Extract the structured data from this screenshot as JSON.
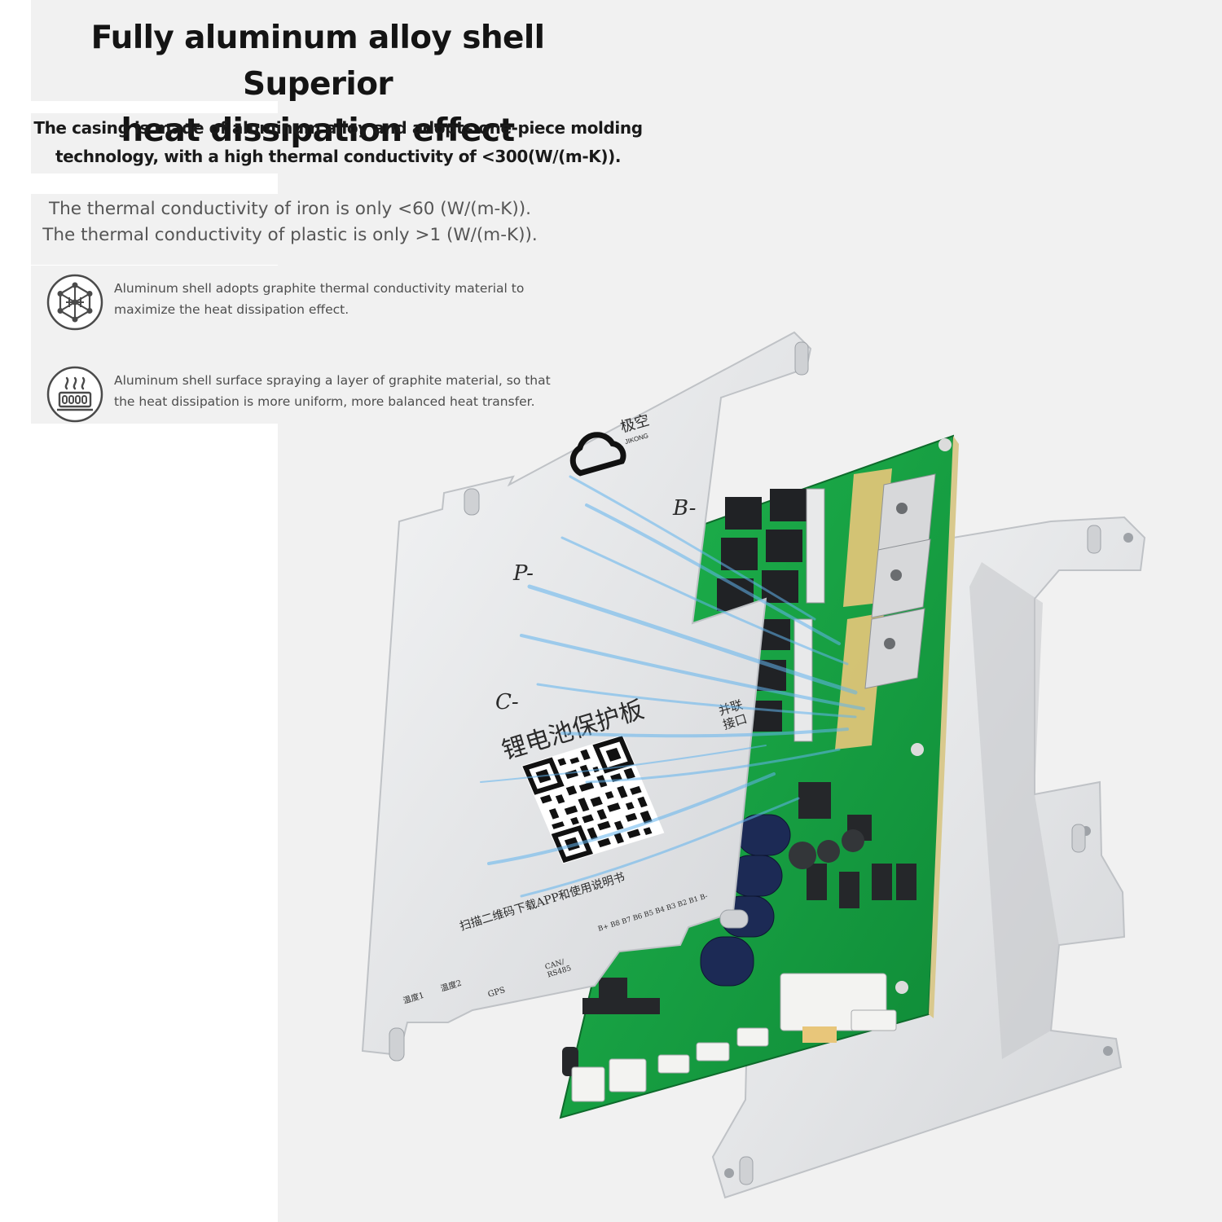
{
  "headline": {
    "line1": "Fully  aluminum alloy shell Superior",
    "line2": "heat dissipation effect"
  },
  "lead": {
    "line1": "The casing is made of aluminum alloy and adopts one-piece molding",
    "line2": "technology, with a high thermal conductivity of <300(W/(m-K))."
  },
  "comparison": {
    "line1": "The thermal conductivity of iron is only <60 (W/(m-K)).",
    "line2": "The thermal conductivity of plastic is only >1 (W/(m-K))."
  },
  "features": [
    {
      "icon": "graphite-network-icon",
      "line1": "Aluminum shell adopts graphite thermal conductivity material to",
      "line2": "maximize the heat dissipation effect."
    },
    {
      "icon": "heat-radiator-icon",
      "line1": "Aluminum shell surface spraying a layer of graphite material, so that",
      "line2": "the heat dissipation is more uniform, more balanced heat transfer."
    }
  ],
  "product": {
    "brand_cn": "极空",
    "brand_en": "JIKONG",
    "terminal_b": "B-",
    "terminal_p": "P-",
    "terminal_c": "C-",
    "board_title": "锂电池保护板",
    "parallel_port_line1": "并联",
    "parallel_port_line2": "接口",
    "qr_caption": "扫描二维码下载APP和使用说明书",
    "balance_pins": "B+ B8 B7 B6 B5 B4 B3 B2 B1 B-",
    "port_temp1": "温度1",
    "port_temp2": "温度2",
    "port_gps": "GPS",
    "port_can_line1": "CAN/",
    "port_can_line2": "RS485"
  },
  "colors": {
    "pcb_green": "#17a444",
    "aluminum": "#e2e3e5",
    "airflow": "#62b4ee",
    "heading": "#141414"
  }
}
